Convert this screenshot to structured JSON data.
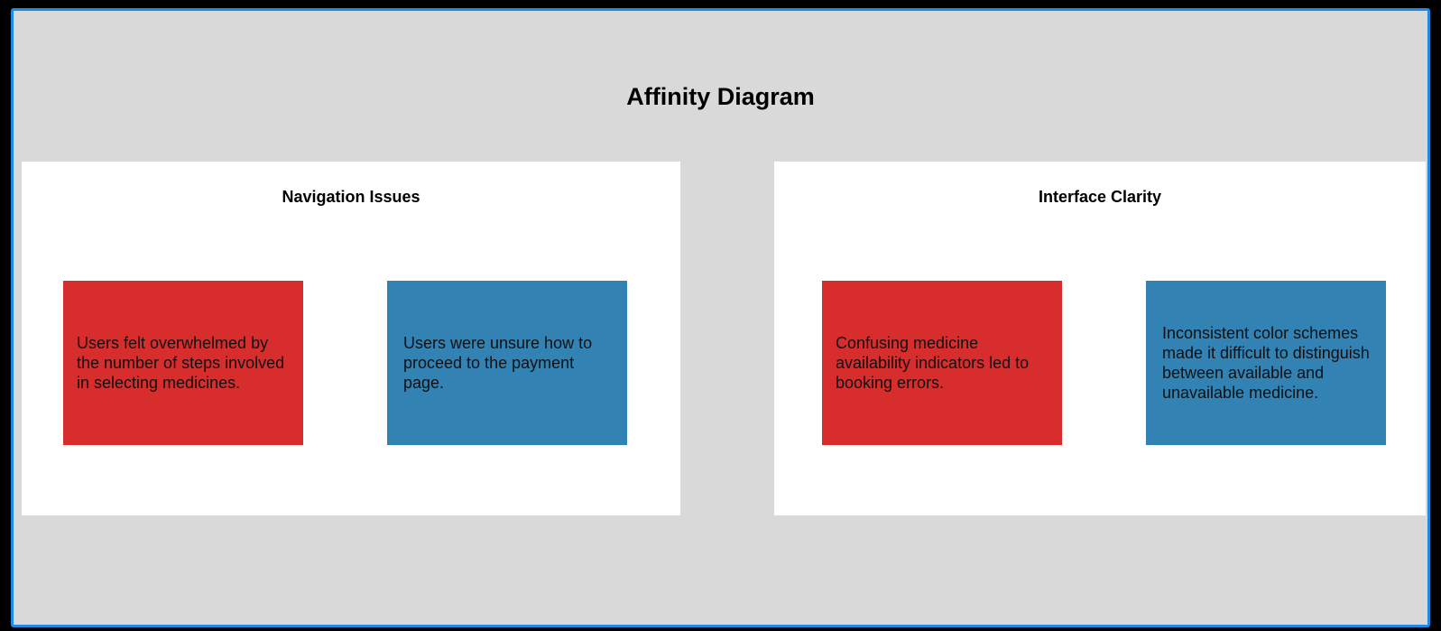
{
  "diagram": {
    "title": "Affinity Diagram",
    "groups": [
      {
        "title": "Navigation Issues",
        "notes": [
          {
            "text": "Users felt overwhelmed by the number of steps involved in selecting medicines.",
            "color": "#d72d2d"
          },
          {
            "text": "Users were unsure how to proceed to the payment page.",
            "color": "#3282b4"
          }
        ]
      },
      {
        "title": "Interface Clarity",
        "notes": [
          {
            "text": "Confusing medicine availability indicators led to booking errors.",
            "color": "#d72d2d"
          },
          {
            "text": "Inconsistent color schemes made it difficult to distinguish between available and unavailable medicine.",
            "color": "#3282b4"
          }
        ]
      }
    ]
  },
  "colors": {
    "background": "#d9d9d9",
    "frame_border": "#1e8ae6",
    "group_background": "#ffffff",
    "note_red": "#d72d2d",
    "note_blue": "#3282b4"
  }
}
